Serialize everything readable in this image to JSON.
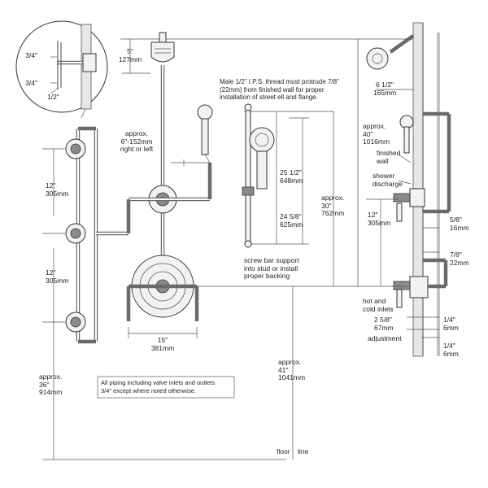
{
  "detail": {
    "dim_a": "3/4\"",
    "dim_b": "3/4\"",
    "dim_c": "1/2\""
  },
  "front": {
    "head_drop": "5\"\n127mm",
    "offset": "approx.\n6\"-152mm\nright or left",
    "spacing_top": "12\"\n305mm",
    "spacing_bottom": "12\"\n305mm",
    "to_floor_left": "approx.\n36\"\n914mm",
    "valve_width": "15\"\n381mm",
    "valve_to_floor": "approx.\n41\"\n1041mm",
    "floor_label": "floor    line"
  },
  "handshower": {
    "note": "Male 1/2\" I.P.S. thread must protrude 7/8\"\n(22mm) from finished wall for proper\ninstallation of street ell and flange.",
    "bar_outer": "25 1/2\"\n648mm",
    "bar_inner": "24 5/8\"\n625mm",
    "support_note": "screw bar support\ninto stud or install\nproper backing",
    "height_30": "approx.\n30\"\n762mm"
  },
  "side": {
    "head_reach": "6 1/2\"\n165mm",
    "height_40": "approx.\n40\"\n1016mm",
    "finished_wall": "finished\nwall",
    "shower_discharge": "shower\ndischarge",
    "spacing": "12\"\n305mm",
    "dim_16": "5/8\"\n16mm",
    "dim_22": "7/8\"\n22mm",
    "inlets": "hot and\ncold inlets",
    "dim_67": "2 5/8\"\n67mm",
    "dim_6a": "1/4\"\n6mm",
    "adjustment": "adjustment",
    "dim_6b": "1/4\"\n6mm"
  },
  "general_note": "All piping including valve inlets and outlets\n3/4\" except where noted otherwise."
}
